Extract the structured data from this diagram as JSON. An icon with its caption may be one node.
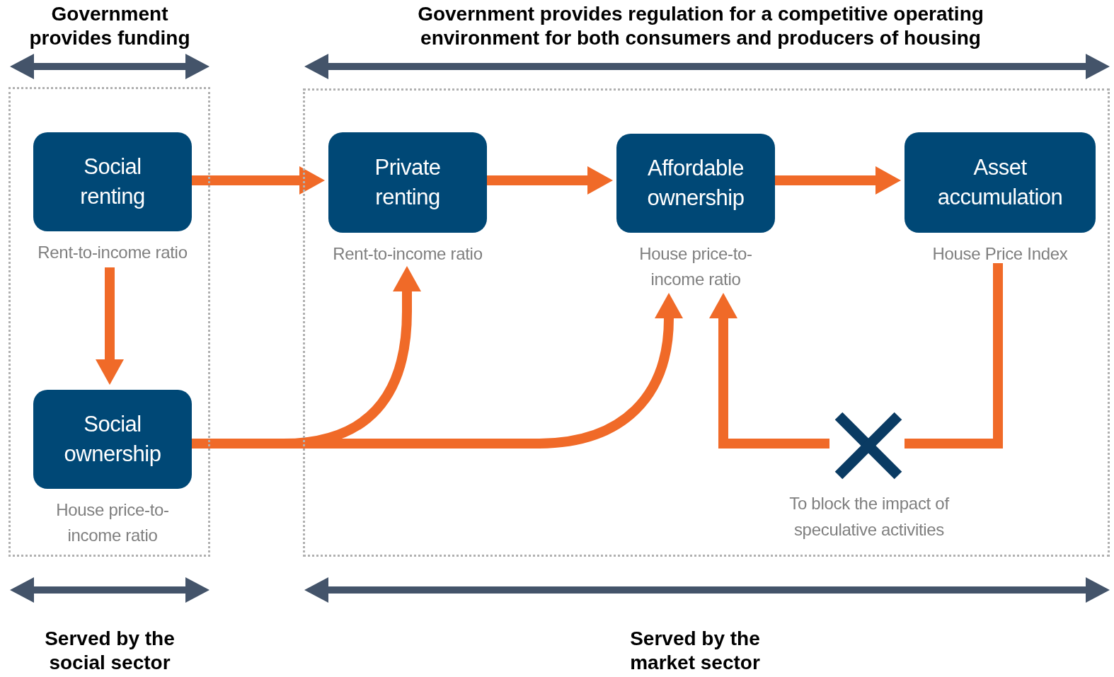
{
  "diagram": {
    "nodes": [
      {
        "text": [],
        "shape": "box"
      },
      {
        "text": [
          "Social renting"
        ],
        "beside": [
          "Rent-to-income ratio"
        ],
        "in": 0
      },
      {
        "text": [
          "Social ownership"
        ],
        "beside": [
          "House price-to-income ratio"
        ],
        "in": 0
      },
      {
        "text": [],
        "shape": "box"
      },
      {
        "text": [
          "Private renting"
        ],
        "beside": [
          "Rent-to-income ratio"
        ],
        "in": 3
      },
      {
        "text": [
          "Affordable ownership"
        ],
        "beside": [
          "House price-to-income ratio"
        ],
        "in": 3
      },
      {
        "text": [
          "Asset accumulation"
        ],
        "beside": [
          "House Price Index"
        ],
        "in": 3
      },
      {
        "text": [],
        "shape": "cross",
        "beside": [
          "To block the impact of speculative activities"
        ],
        "in": 3
      }
    ],
    "edges": [
      {
        "from": 1,
        "to": 4,
        "arrow": "to"
      },
      {
        "from": 4,
        "to": 5,
        "arrow": "to"
      },
      {
        "from": 5,
        "to": 6,
        "arrow": "to"
      },
      {
        "from": 1,
        "to": 2,
        "arrow": "to"
      },
      {
        "from": 2,
        "to": 4,
        "arrow": "to"
      },
      {
        "from": 2,
        "to": 5,
        "arrow": "to"
      },
      {
        "from": 6,
        "to": 7,
        "arrow": "none"
      },
      {
        "from": 7,
        "to": 5,
        "arrow": "to"
      }
    ],
    "labels": [
      "Government provides funding",
      "Government provides regulation for a competitive operating environment for both consumers and producers of housing",
      "Served by the social sector",
      "Served by the market sector"
    ]
  }
}
